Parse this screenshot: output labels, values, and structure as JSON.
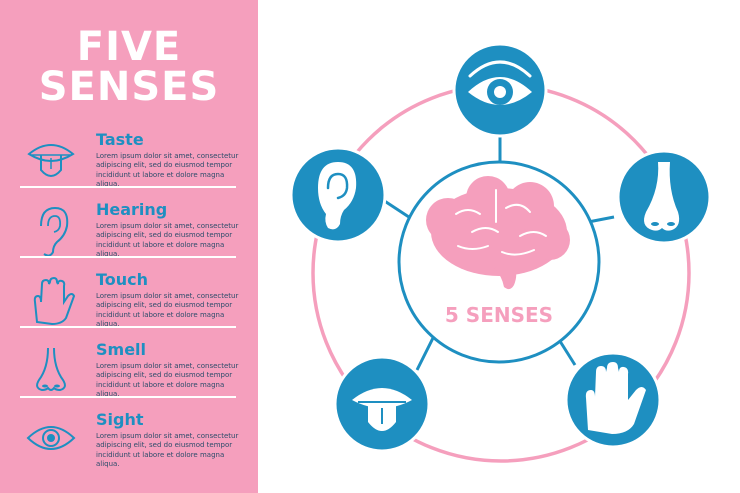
{
  "title": {
    "line1": "FIVE",
    "line2": "SENSES"
  },
  "senses": [
    {
      "name": "Taste",
      "icon": "tongue-icon",
      "description": "Lorem ipsum dolor sit amet, consectetur adipiscing elit, sed do eiusmod tempor incididunt ut labore et dolore magna aliqua."
    },
    {
      "name": "Hearing",
      "icon": "ear-icon",
      "description": "Lorem ipsum dolor sit amet, consectetur adipiscing elit, sed do eiusmod tempor incididunt ut labore et dolore magna aliqua."
    },
    {
      "name": "Touch",
      "icon": "hand-icon",
      "description": "Lorem ipsum dolor sit amet, consectetur adipiscing elit, sed do eiusmod tempor incididunt ut labore et dolore magna aliqua."
    },
    {
      "name": "Smell",
      "icon": "nose-icon",
      "description": "Lorem ipsum dolor sit amet, consectetur adipiscing elit, sed do eiusmod tempor incididunt ut labore et dolore magna aliqua."
    },
    {
      "name": "Sight",
      "icon": "eye-icon",
      "description": "Lorem ipsum dolor sit amet, consectetur adipiscing elit, sed do eiusmod tempor incididunt ut labore et dolore magna aliqua."
    }
  ],
  "diagram": {
    "center_label": "5 SENSES",
    "center_icon": "brain-icon",
    "nodes": [
      "eye-icon",
      "nose-icon",
      "hand-icon",
      "tongue-icon",
      "ear-icon"
    ]
  },
  "colors": {
    "pink": "#f59fbd",
    "blue": "#1e8fc1",
    "white": "#ffffff",
    "text": "#2c4d6b"
  }
}
